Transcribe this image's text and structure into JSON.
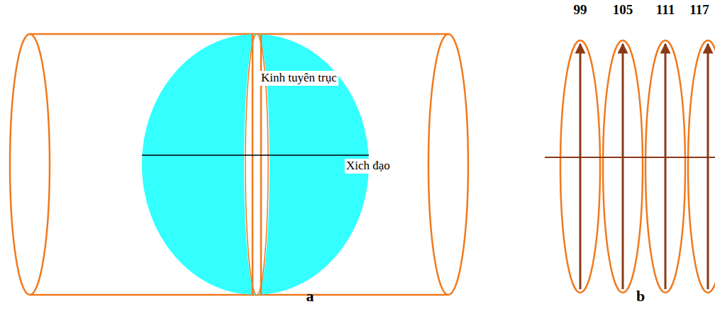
{
  "diagram": {
    "labels": [
      "Kinh tuyên trục",
      "Xich đạo",
      "a",
      "99",
      "105",
      "111",
      "117",
      "b"
    ]
  }
}
